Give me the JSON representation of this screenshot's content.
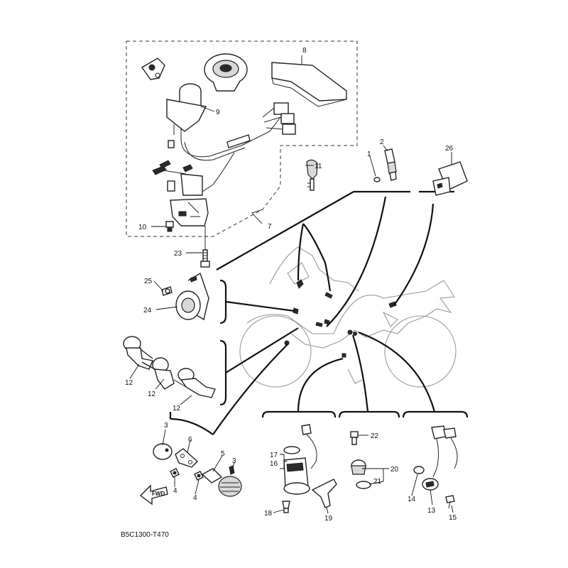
{
  "diagram": {
    "code": "B5C1300-T470",
    "fwd_label": "FWD",
    "callouts": {
      "c1": "1",
      "c2": "2",
      "c3a": "3",
      "c3b": "3",
      "c4a": "4",
      "c4b": "4",
      "c5": "5",
      "c6": "6",
      "c7": "7",
      "c8": "8",
      "c9": "9",
      "c10": "10",
      "c11": "11",
      "c12a": "12",
      "c12b": "12",
      "c12c": "12",
      "c13": "13",
      "c14": "14",
      "c15": "15",
      "c16": "16",
      "c17": "17",
      "c18": "18",
      "c19": "19",
      "c20": "20",
      "c21": "21",
      "c22": "22",
      "c23": "23",
      "c24": "24",
      "c25": "25",
      "c26": "26"
    }
  }
}
